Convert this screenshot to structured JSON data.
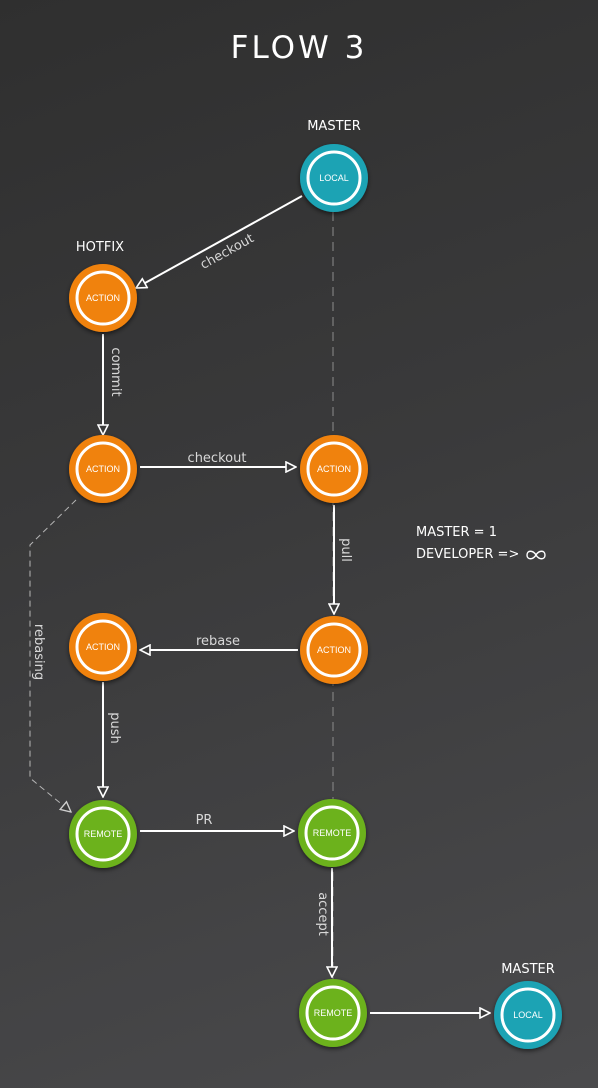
{
  "title": "FLOW 3",
  "colors": {
    "local": "#1aa3b4",
    "action": "#f0820f",
    "remote": "#6cb21e",
    "line": "#ffffff",
    "dashed": "#9a9a9a"
  },
  "headers": {
    "master_top": "MASTER",
    "hotfix": "HOTFIX",
    "master_bottom": "MASTER"
  },
  "nodes": {
    "local_top": "LOCAL",
    "hotfix_action_1": "ACTION",
    "hotfix_action_2": "ACTION",
    "master_action_1": "ACTION",
    "master_action_2": "ACTION",
    "hotfix_action_3": "ACTION",
    "remote_left": "REMOTE",
    "remote_mid": "REMOTE",
    "remote_bottom": "REMOTE",
    "local_bottom": "LOCAL"
  },
  "edges": {
    "checkout_1": "checkout",
    "commit": "commit",
    "checkout_2": "checkout",
    "pull": "pull",
    "rebase": "rebase",
    "rebasing": "rebasing",
    "push": "push",
    "pr": "PR",
    "accept": "accept"
  },
  "legend": {
    "line1": "MASTER = 1",
    "line2": "DEVELOPER =>"
  }
}
